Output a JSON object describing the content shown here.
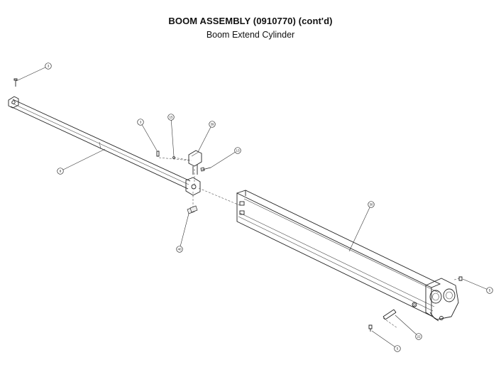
{
  "header": {
    "title": "BOOM ASSEMBLY (0910770) (cont'd)",
    "subtitle": "Boom Extend Cylinder"
  },
  "callouts": [
    {
      "id": "c3-top",
      "label": "3"
    },
    {
      "id": "c8",
      "label": "8"
    },
    {
      "id": "c3-mid",
      "label": "3"
    },
    {
      "id": "c15",
      "label": "15"
    },
    {
      "id": "c39",
      "label": "39"
    },
    {
      "id": "c13",
      "label": "13"
    },
    {
      "id": "c40",
      "label": "40"
    },
    {
      "id": "c30",
      "label": "30"
    },
    {
      "id": "c5-right",
      "label": "5"
    },
    {
      "id": "c22",
      "label": "22"
    },
    {
      "id": "c5-bottom",
      "label": "5"
    }
  ]
}
